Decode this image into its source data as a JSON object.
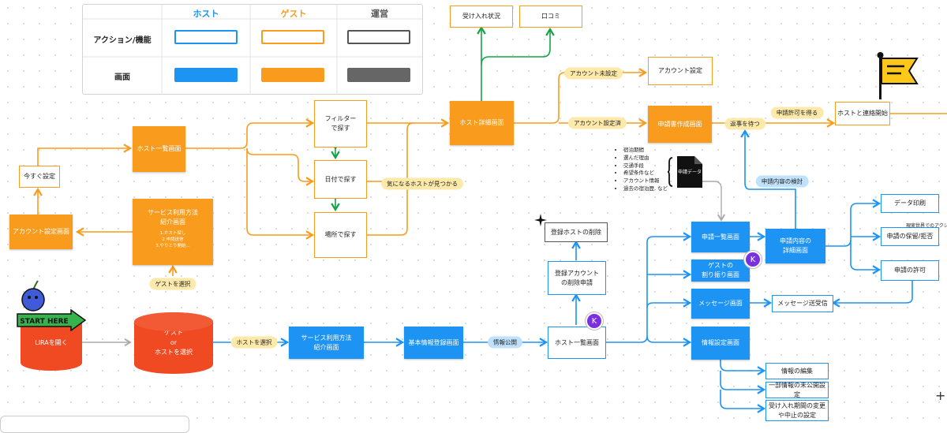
{
  "legend": {
    "columns": [
      "ホスト",
      "ゲスト",
      "運営"
    ],
    "column_colors": [
      "#1d93f3",
      "#f99b1c",
      "#555555"
    ],
    "rows": [
      "アクション/機能",
      "画面"
    ]
  },
  "nodes": {
    "ukeire": "受け入れ状況",
    "kuchikomi": "口コミ",
    "account_unset_screen": "アカウント設定",
    "host_list_guest": "ホスト一覧画面",
    "filter_search": "フィルター\nで探す",
    "date_search": "日付で探す",
    "place_search": "場所で探す",
    "host_detail": "ホスト詳細画面",
    "application_create": "申請書作成画面",
    "contact_host": "ホストと連絡開始",
    "now_setting": "今すぐ設定",
    "account_setting_screen": "アカウント設定画面",
    "service_intro_guest": "サービス利用方法\n紹介画面",
    "service_intro_guest_sub": "1.ホスト探し\n2.申請送信\n3.やりとり開始...",
    "lira_open": "LIRAを開く",
    "guest_or_host": "ゲスト\nor\nホストを選択",
    "service_intro_host": "サービス利用方法\n紹介画面",
    "basic_info": "基本情報登録画面",
    "host_list_host": "ホスト一覧画面",
    "delete_request": "登録アカウント\nの削除申請",
    "delete_host": "登録ホストの削除",
    "application_list": "申請一覧画面",
    "guest_assign": "ゲストの\n割り振り画面",
    "message_screen": "メッセージ画面",
    "info_settings": "情報設定画面",
    "application_detail": "申請内容の\n詳細画面",
    "data_print": "データ印刷",
    "hold_reject": "申請の保留/拒否",
    "approve": "申請の許可",
    "message_send": "メッセージ送受信",
    "info_edit": "情報の編集",
    "partial_private": "一部情報の未公開設定",
    "period_change": "受け入れ期間の変更\nや中止の設定"
  },
  "pills": {
    "account_unset": "アカウント未設定",
    "account_set": "アカウント設定済",
    "wait_reply": "返事を待つ",
    "get_permission": "申請許可を得る",
    "found_host": "気になるホストが見つかる",
    "select_guest": "ゲストを選択",
    "select_host": "ホストを選択",
    "publish_info": "情報公開",
    "review_application": "申請内容の検討"
  },
  "application_data": {
    "label": "申請データ",
    "items": [
      "宿泊期間",
      "選んだ理由",
      "交通手段",
      "希望条件など",
      "アカウント情報",
      "過去の宿泊歴, など"
    ]
  },
  "avatar_letter": "K",
  "start_here": "START HERE",
  "cut_text": "現実世界でのアクショ",
  "colors": {
    "host": "#1d93f3",
    "guest": "#f99b1c",
    "admin": "#555555",
    "green": "#18a24a",
    "entry": "#f04a23"
  }
}
